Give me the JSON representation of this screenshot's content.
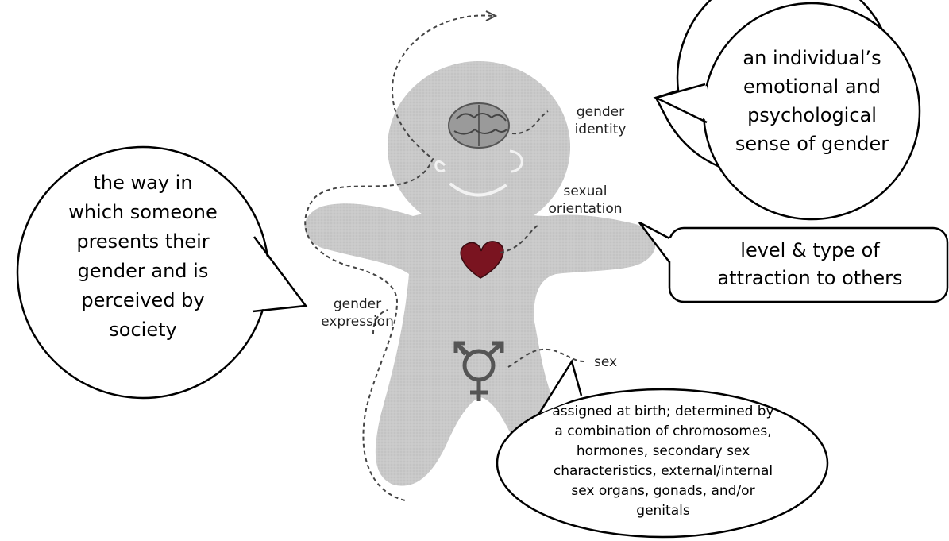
{
  "labels": {
    "gender_identity": "gender\nidentity",
    "sexual_orientation": "sexual\norientation",
    "gender_expression": "gender\nexpression",
    "sex": "sex"
  },
  "bubbles": {
    "gender_identity": "an individual’s\nemotional and\npsychological\nsense of gender",
    "sexual_orientation": "level & type of\nattraction to others",
    "gender_expression": "the way in\nwhich someone\npresents their\ngender and is\nperceived by\nsociety",
    "sex": "assigned at birth; determined by\na combination of chromosomes,\nhormones, secondary sex\ncharacteristics, external/internal\nsex organs, gonads, and/or\ngenitals"
  },
  "icons": {
    "brain": "brain-icon",
    "heart": "heart-icon",
    "transgender_symbol": "transgender-symbol-icon"
  },
  "colors": {
    "body": "#c8c8c8",
    "heart": "#7a1420",
    "brain": "#8a8a8a",
    "symbol": "#5a5a5a",
    "outline": "#000000"
  }
}
